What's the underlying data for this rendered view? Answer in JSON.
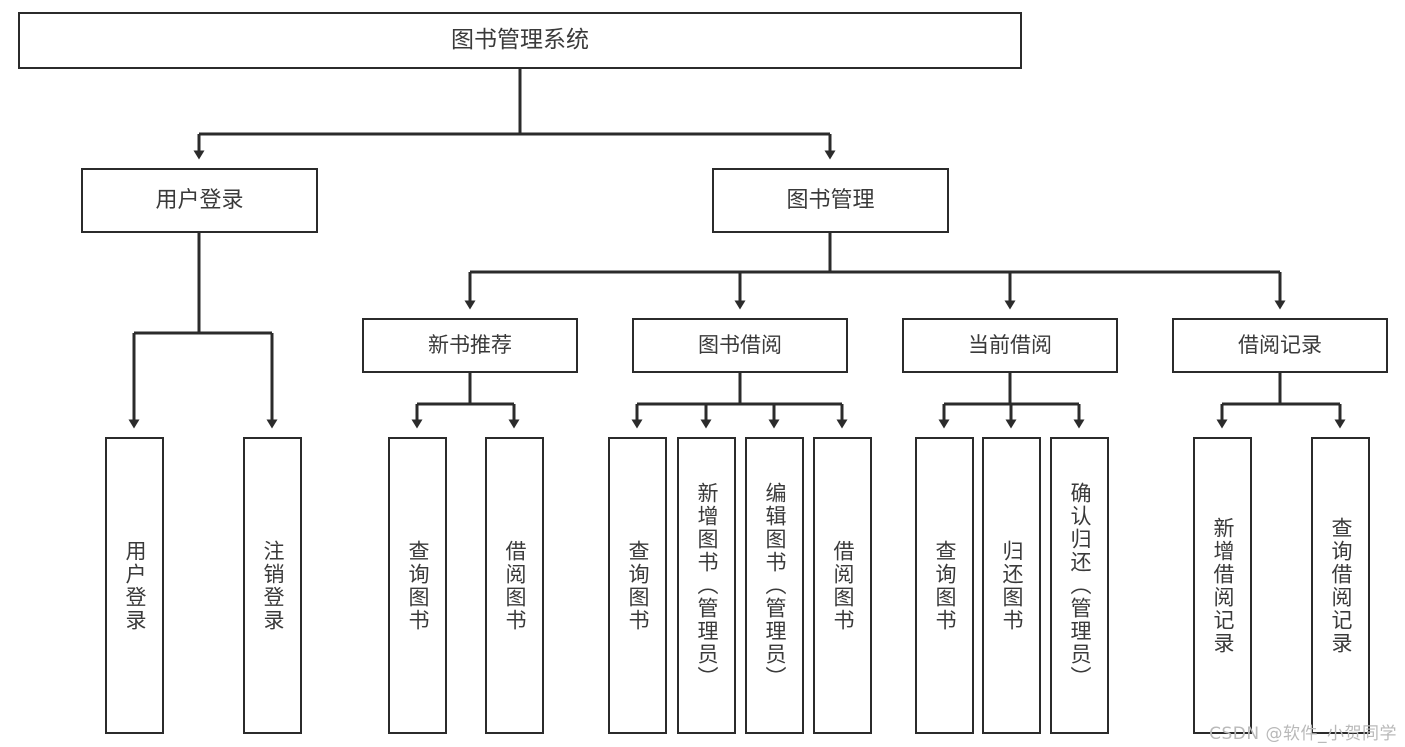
{
  "diagram": {
    "title": "图书管理系统",
    "type": "tree",
    "watermark": "CSDN @软件_小贺同学",
    "colors": {
      "box_border": "#2b2b2b",
      "box_fill": "#ffffff",
      "line": "#2b2b2b",
      "text": "#3a3a3a",
      "watermark": "#b9b9b9",
      "background": "#ffffff"
    },
    "root": {
      "label": "图书管理系统"
    },
    "level2": [
      {
        "label": "用户登录"
      },
      {
        "label": "图书管理"
      }
    ],
    "level3": [
      {
        "label": "新书推荐"
      },
      {
        "label": "图书借阅"
      },
      {
        "label": "当前借阅"
      },
      {
        "label": "借阅记录"
      }
    ],
    "leaves": {
      "user_login": [
        {
          "label": "用户登录"
        },
        {
          "label": "注销登录"
        }
      ],
      "new_book_recommend": [
        {
          "label": "查询图书"
        },
        {
          "label": "借阅图书"
        }
      ],
      "book_borrow": [
        {
          "label": "查询图书"
        },
        {
          "label": "新增图书（管理员）"
        },
        {
          "label": "编辑图书（管理员）"
        },
        {
          "label": "借阅图书"
        }
      ],
      "current_borrow": [
        {
          "label": "查询图书"
        },
        {
          "label": "归还图书"
        },
        {
          "label": "确认归还（管理员）"
        }
      ],
      "borrow_record": [
        {
          "label": "新增借阅记录"
        },
        {
          "label": "查询借阅记录"
        }
      ]
    }
  }
}
